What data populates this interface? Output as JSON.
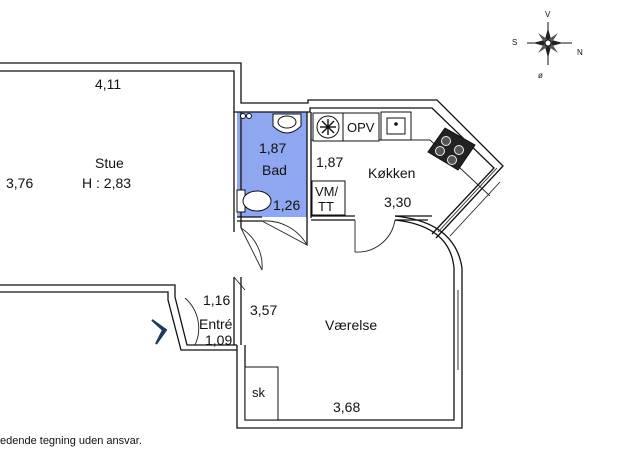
{
  "compass": {
    "n": "N",
    "s": "S",
    "v": "V",
    "o": "ø"
  },
  "rooms": {
    "stue": {
      "name": "Stue",
      "height": "H : 2,83",
      "width_dim": "4,11",
      "depth_dim": "3,76"
    },
    "bad": {
      "name": "Bad",
      "dim_a": "1,87",
      "dim_b": "1,26"
    },
    "kokken": {
      "name": "Køkken",
      "dim_a": "1,87",
      "dim_b": "3,30"
    },
    "entre": {
      "name": "Entré",
      "dim_a": "1,16",
      "dim_b": "1,09"
    },
    "vaerelse": {
      "name": "Værelse",
      "dim_a": "3,57",
      "dim_b": "3,68"
    }
  },
  "fixtures": {
    "opv": "OPV",
    "vm_line1": "VM/",
    "vm_line2": "TT",
    "sk": "sk"
  },
  "colors": {
    "bathroom": "#8fa6f0",
    "entrance_arrow": "#1b3a5c"
  },
  "disclaimer": "edende tegning uden ansvar."
}
